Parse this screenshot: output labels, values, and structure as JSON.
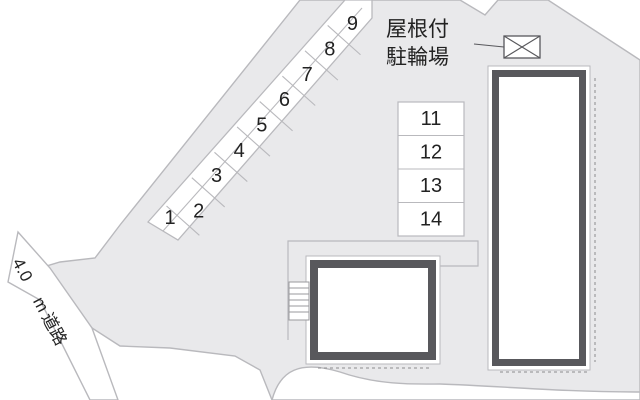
{
  "colors": {
    "lot": "#e9e9eb",
    "outline": "#b9b9bd",
    "building_wall": "#58585c",
    "building_inner": "#ffffff",
    "text": "#222222",
    "dashed": "#8a8a8e"
  },
  "diagonal_spaces": [
    "1",
    "2",
    "3",
    "4",
    "5",
    "6",
    "7",
    "8",
    "9"
  ],
  "grid_spaces": [
    "11",
    "12",
    "13",
    "14"
  ],
  "bike_parking": {
    "line1": "屋根付",
    "line2": "駐輪場",
    "icon": "crossed-box-icon"
  },
  "road": {
    "width": "4.0",
    "unit": "m",
    "name": "道路"
  }
}
